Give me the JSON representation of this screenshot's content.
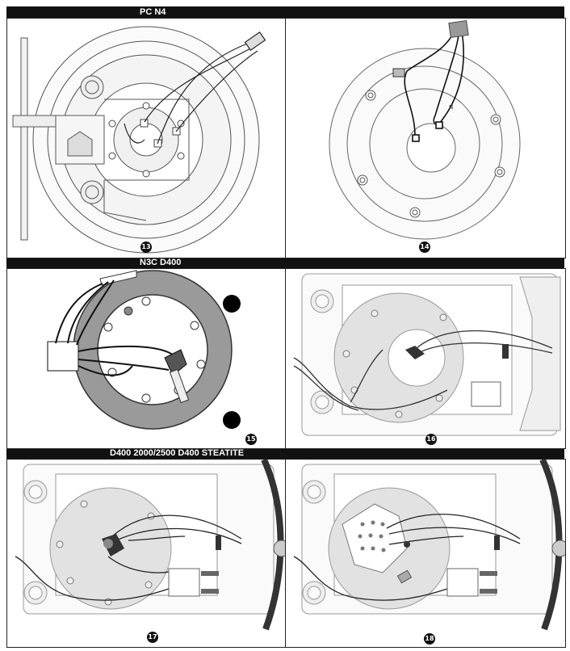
{
  "sections": [
    {
      "title": "PC  N4"
    },
    {
      "title": "N3C  D400"
    },
    {
      "title": "D400 2000/2500  D400 STEATITE"
    }
  ],
  "panels": [
    {
      "number": "13"
    },
    {
      "number": "14",
      "wire_label": "N"
    },
    {
      "number": "15"
    },
    {
      "number": "16"
    },
    {
      "number": "17"
    },
    {
      "number": "18"
    }
  ]
}
